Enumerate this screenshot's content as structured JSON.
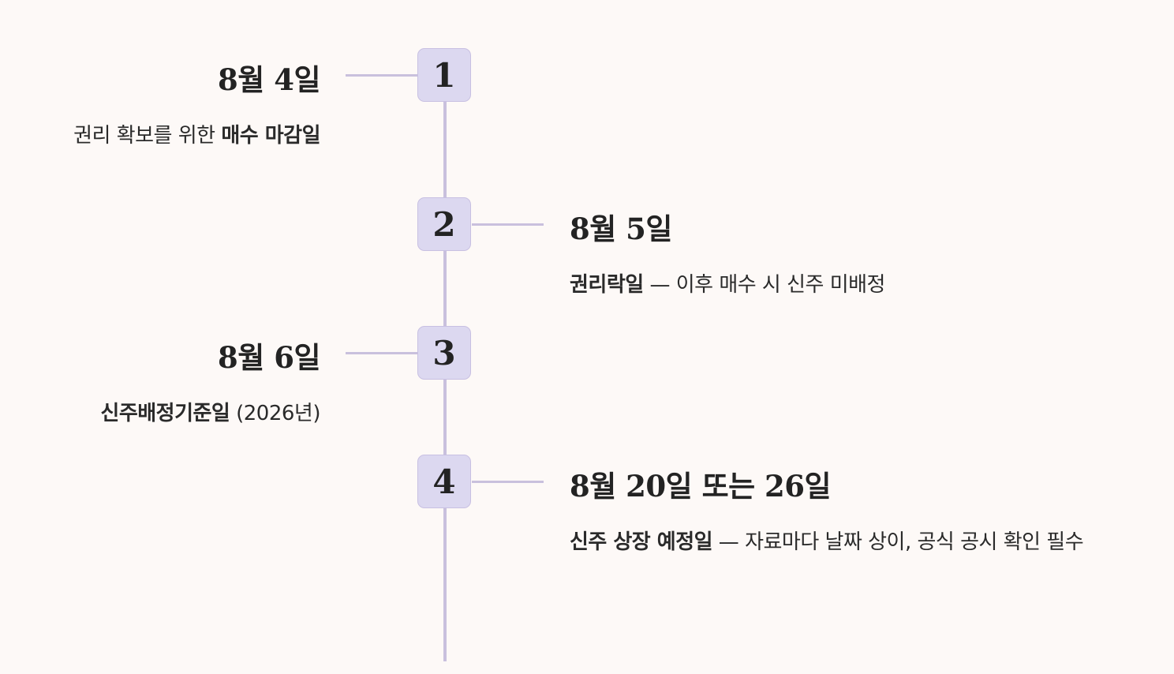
{
  "events": [
    {
      "number": "1",
      "date": "8월 4일",
      "desc_plain": "권리 확보를 위한 ",
      "desc_bold": "매수 마감일"
    },
    {
      "number": "2",
      "date": "8월 5일",
      "desc_bold": "권리락일",
      "desc_plain": " — 이후 매수 시 신주 미배정"
    },
    {
      "number": "3",
      "date": "8월 6일",
      "desc_bold": "신주배정기준일",
      "desc_plain": " (2026년)"
    },
    {
      "number": "4",
      "date": "8월 20일 또는 26일",
      "desc_bold": "신주 상장 예정일",
      "desc_plain": " — 자료마다 날짜 상이, 공식 공시 확인 필수"
    }
  ],
  "colors": {
    "background": "#fdf9f7",
    "line": "#c9c0dd",
    "marker_fill": "#dcd8f0",
    "marker_border": "#c8c0e2",
    "text": "#232323"
  }
}
